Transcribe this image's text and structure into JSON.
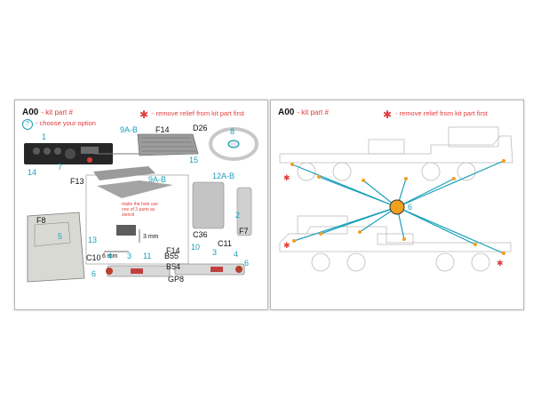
{
  "left": {
    "kit_part_code": "A00",
    "kit_part_caption": "- kit part #",
    "option_caption": "- choose your option",
    "relief_note": "- remove relief from kit part first",
    "callouts": {
      "c1": "1",
      "c14": "14",
      "c7": "7",
      "c9": "9A-B",
      "f14a": "F14",
      "f13": "F13",
      "c15": "15",
      "d26": "D26",
      "c8": "8",
      "c12": "12A-B",
      "c2": "2",
      "f7": "F7",
      "c36": "C36",
      "c11": "C11",
      "f8": "F8",
      "c5": "5",
      "c13": "13",
      "f14b": "F14",
      "c10": "C10",
      "c4": "4",
      "c3": "3",
      "c11b": "11",
      "b55": "B55",
      "b54": "B54",
      "c10b": "10",
      "c3b": "3",
      "c4b": "4",
      "c6": "6",
      "c6b": "6",
      "gp8": "GP8",
      "dim6": "6 mm",
      "dim3": "3 mm",
      "inset9": "9A-B",
      "hole_note": "make the hole use one of 3 parts as stencil"
    }
  },
  "right": {
    "kit_part_code": "A00",
    "kit_part_caption": "- kit part #",
    "relief_note": "- remove relief from kit part first",
    "center_label": "6"
  },
  "colors": {
    "accent": "#19a0b8",
    "relief": "#e23b3b",
    "hub": "#f2a01f"
  }
}
